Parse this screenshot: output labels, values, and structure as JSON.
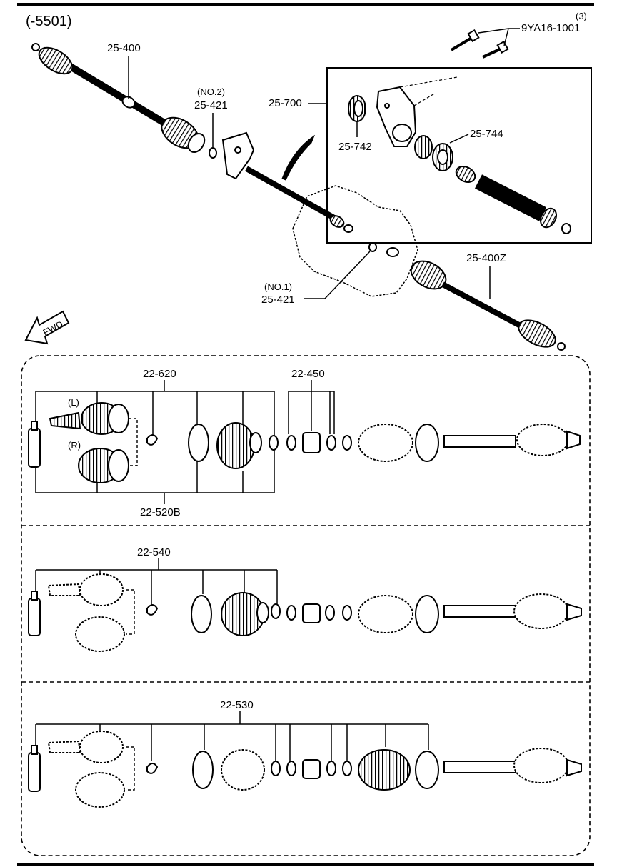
{
  "header": {
    "code": "(-5501)"
  },
  "labels": {
    "shaft_left": "25-400",
    "shaft_right": "25-400Z",
    "clip_no2_tag": "(NO.2)",
    "clip_no2": "25-421",
    "clip_no1_tag": "(NO.1)",
    "clip_no1": "25-421",
    "bracket_assy": "25-700",
    "bolt_qty": "(3)",
    "bolt": "9YA16-1001",
    "seal": "25-742",
    "bearing": "25-744",
    "fwd": "FWD"
  },
  "kits": {
    "kit1_top": "22-620",
    "kit1_bottom": "22-520B",
    "kit1_boot": "22-450",
    "kit1_left": "(L)",
    "kit1_right": "(R)",
    "kit2": "22-540",
    "kit3": "22-530"
  }
}
